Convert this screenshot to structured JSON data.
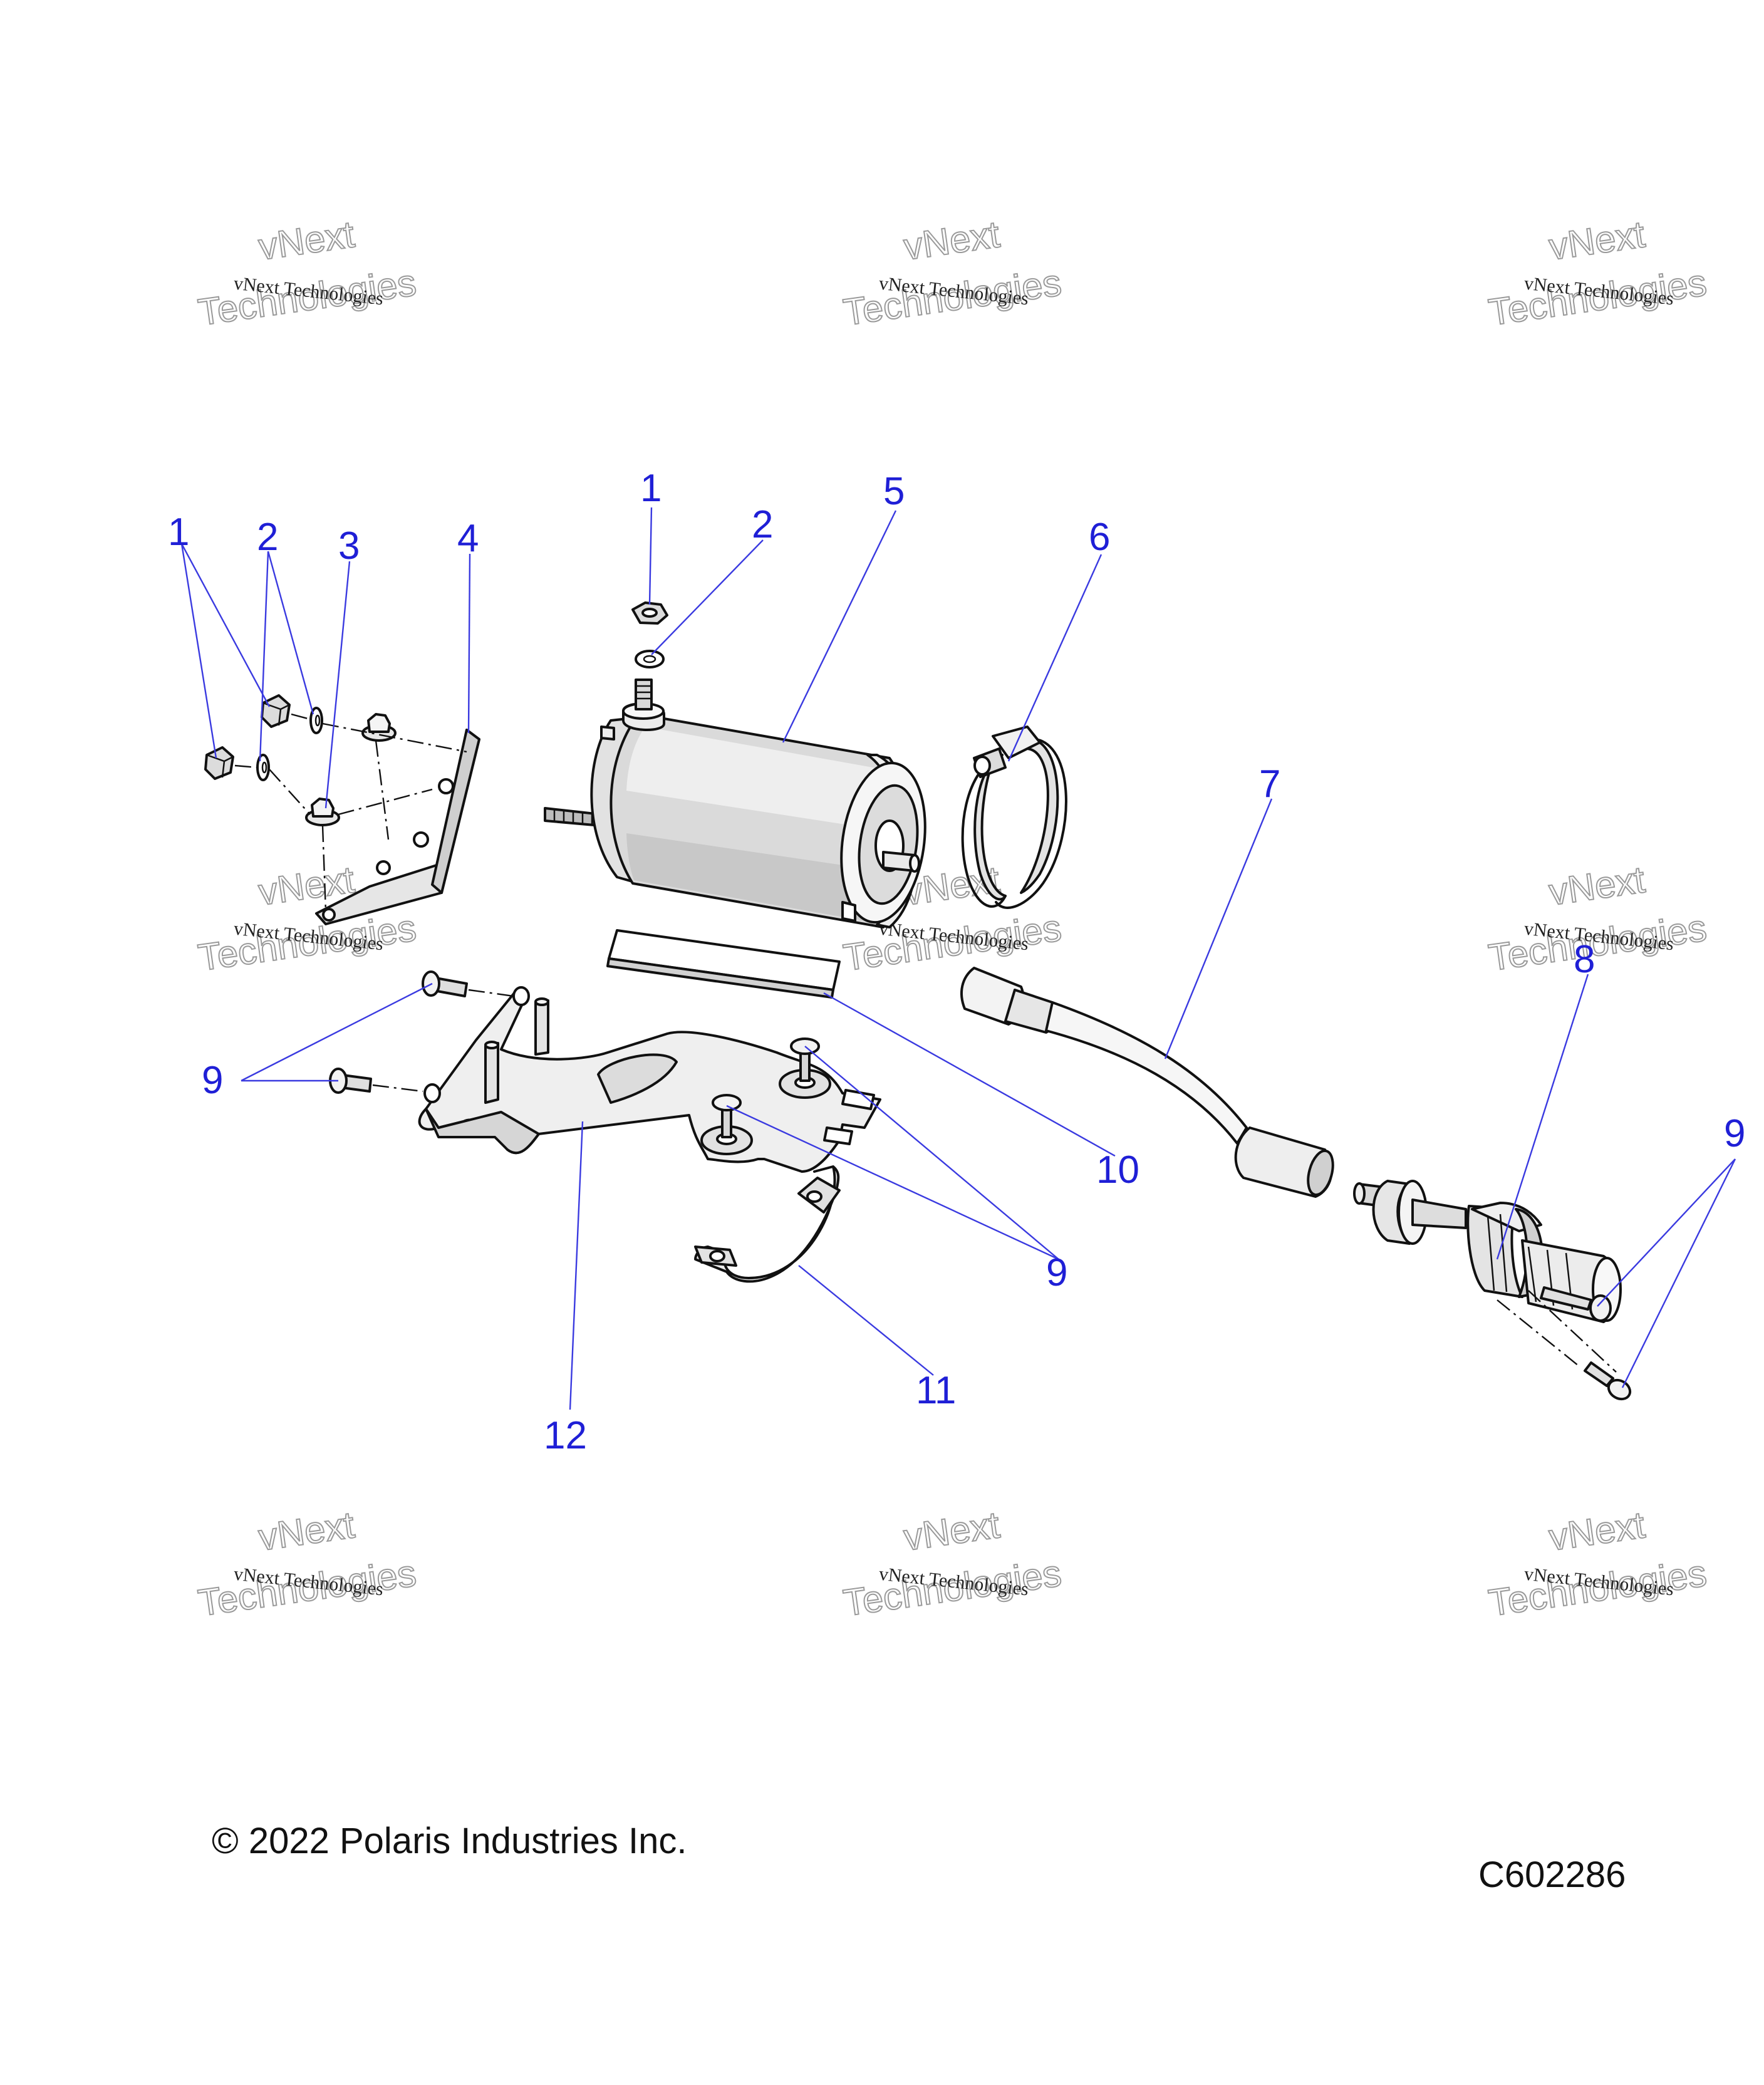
{
  "watermark": {
    "line1": "vNext Technologies",
    "line2": "vNext",
    "line3": "Technologies"
  },
  "callouts": [
    "1",
    "2",
    "3",
    "4",
    "1",
    "2",
    "5",
    "6",
    "7",
    "8",
    "9",
    "9",
    "9",
    "10",
    "11",
    "12"
  ],
  "footer": {
    "copyright": "© 2022 Polaris Industries Inc.",
    "diagram_id": "C602286"
  },
  "colors": {
    "callout": "#1f1fd6",
    "leader": "#3a3ae0",
    "outline": "#111111",
    "shade_light": "#f1f1f1",
    "shade_mid": "#d9d9d9",
    "shade_dark": "#bcbcbc"
  }
}
